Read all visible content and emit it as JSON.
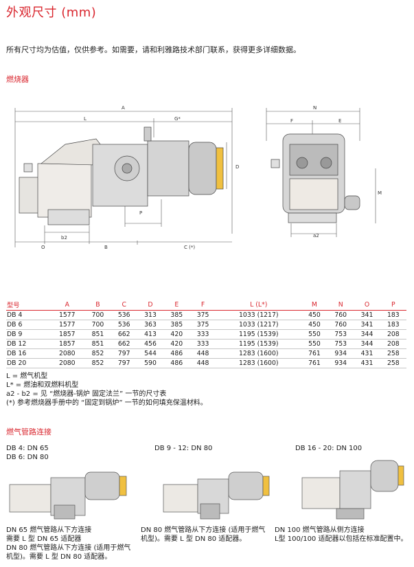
{
  "title": "外观尺寸 (mm)",
  "intro": "所有尺寸均为估值，仅供参考。如需要，请和利雅路技术部门联系，获得更多详细数据。",
  "section_burner": "燃烧器",
  "section_gas": "燃气管路连接",
  "drawing_labels": {
    "A": "A",
    "L": "L",
    "G": "G*",
    "D": "D",
    "P": "P",
    "b2": "b2",
    "O": "O",
    "B": "B",
    "C": "C (*)",
    "N": "N",
    "F": "F",
    "E": "E",
    "M": "M",
    "a2": "a2"
  },
  "table": {
    "headers": [
      "型号",
      "A",
      "B",
      "C",
      "D",
      "E",
      "F",
      "L (L*)",
      "M",
      "N",
      "O",
      "P"
    ],
    "rows": [
      [
        "DB 4",
        "1577",
        "700",
        "536",
        "313",
        "385",
        "375",
        "1033 (1217)",
        "450",
        "760",
        "341",
        "183"
      ],
      [
        "DB 6",
        "1577",
        "700",
        "536",
        "363",
        "385",
        "375",
        "1033 (1217)",
        "450",
        "760",
        "341",
        "183"
      ],
      [
        "DB 9",
        "1857",
        "851",
        "662",
        "413",
        "420",
        "333",
        "1195 (1539)",
        "550",
        "753",
        "344",
        "208"
      ],
      [
        "DB 12",
        "1857",
        "851",
        "662",
        "456",
        "420",
        "333",
        "1195 (1539)",
        "550",
        "753",
        "344",
        "208"
      ],
      [
        "DB 16",
        "2080",
        "852",
        "797",
        "544",
        "486",
        "448",
        "1283 (1600)",
        "761",
        "934",
        "431",
        "258"
      ],
      [
        "DB 20",
        "2080",
        "852",
        "797",
        "590",
        "486",
        "448",
        "1283 (1600)",
        "761",
        "934",
        "431",
        "258"
      ]
    ]
  },
  "notes": [
    "L = 燃气机型",
    "L* = 燃油和双燃料机型",
    "a2 - b2 = 见 “燃烧器-锅炉 固定法兰” 一节的尺寸表",
    "(*) 参考燃烧器手册中的 “固定到锅炉” 一节的如何填充保温材料。"
  ],
  "gas_groups": [
    {
      "title1": "DB 4: DN 65",
      "title2": "DB 6: DN 80",
      "cap1": "DN 65 燃气管路从下方连接",
      "cap2": "需要 L 型 DN 65 适配器",
      "cap3": "DN 80 燃气管路从下方连接 (适用于燃气",
      "cap4": "机型)。需要 L 型 DN 80 适配器。"
    },
    {
      "title1": "DB 9 - 12: DN 80",
      "title2": "",
      "cap1": "DN 80 燃气管路从下方连接 (适用于燃气",
      "cap2": "机型)。需要 L 型 DN 80 适配器。",
      "cap3": "",
      "cap4": ""
    },
    {
      "title1": "DB 16 - 20: DN 100",
      "title2": "",
      "cap1": "DN 100 燃气管路从侧方连接",
      "cap2": "L型 100/100 适配器以包括在标准配置中。",
      "cap3": "",
      "cap4": ""
    }
  ]
}
